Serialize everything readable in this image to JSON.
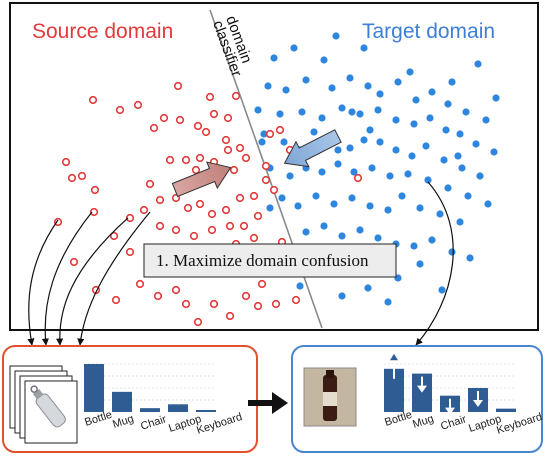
{
  "labels": {
    "source_domain": "Source domain",
    "target_domain": "Target domain",
    "classifier_line1": "domain",
    "classifier_line2": "classifier",
    "confusion": "1. Maximize domain confusion"
  },
  "categories": [
    "Bottle",
    "Mug",
    "Chair",
    "Laptop",
    "Keyboard"
  ],
  "source_hist": [
    1.0,
    0.42,
    0.08,
    0.16,
    0.03
  ],
  "target_hist": [
    0.9,
    0.8,
    0.34,
    0.5,
    0.07
  ],
  "target_arrows": [
    "up",
    "down",
    "down",
    "down",
    "none"
  ],
  "colors": {
    "source": "#e23a3a",
    "target": "#2f86de",
    "bar": "#2e5c93",
    "source_panel": "#e3502e",
    "target_panel": "#4a86cf",
    "arrow_red": "#c98a86",
    "arrow_blue": "#8fb2dd"
  },
  "icons": [
    "water-bottle-photo",
    "beer-bottle-photo",
    "big-right-arrow-icon"
  ]
}
